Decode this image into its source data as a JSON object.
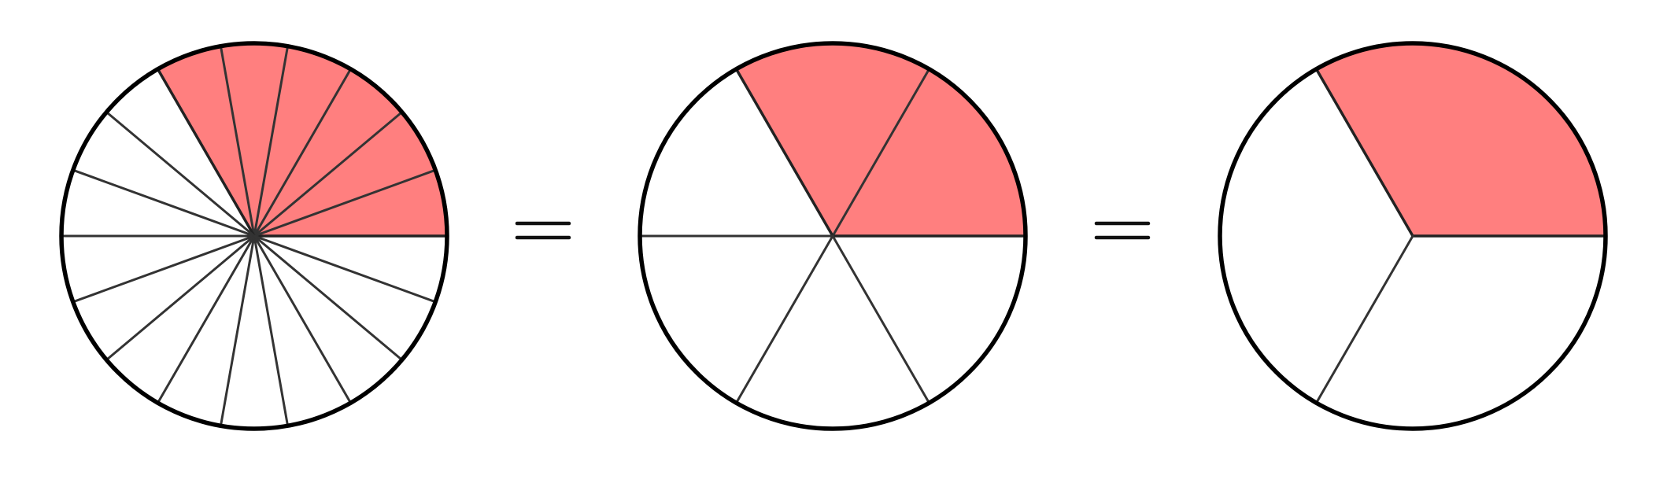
{
  "figure": {
    "colors": {
      "shaded": "#ff7f7f",
      "unshaded": "#ffffff",
      "outline": "#000000",
      "divider": "#333333"
    },
    "circles": [
      {
        "name": "circle-eighteenths",
        "parts": 18,
        "shaded": 6
      },
      {
        "name": "circle-sixths",
        "parts": 6,
        "shaded": 2
      },
      {
        "name": "circle-thirds",
        "parts": 3,
        "shaded": 1
      }
    ],
    "operators": [
      {
        "name": "equals-sign-1",
        "symbol": "equals"
      },
      {
        "name": "equals-sign-2",
        "symbol": "equals"
      }
    ]
  }
}
